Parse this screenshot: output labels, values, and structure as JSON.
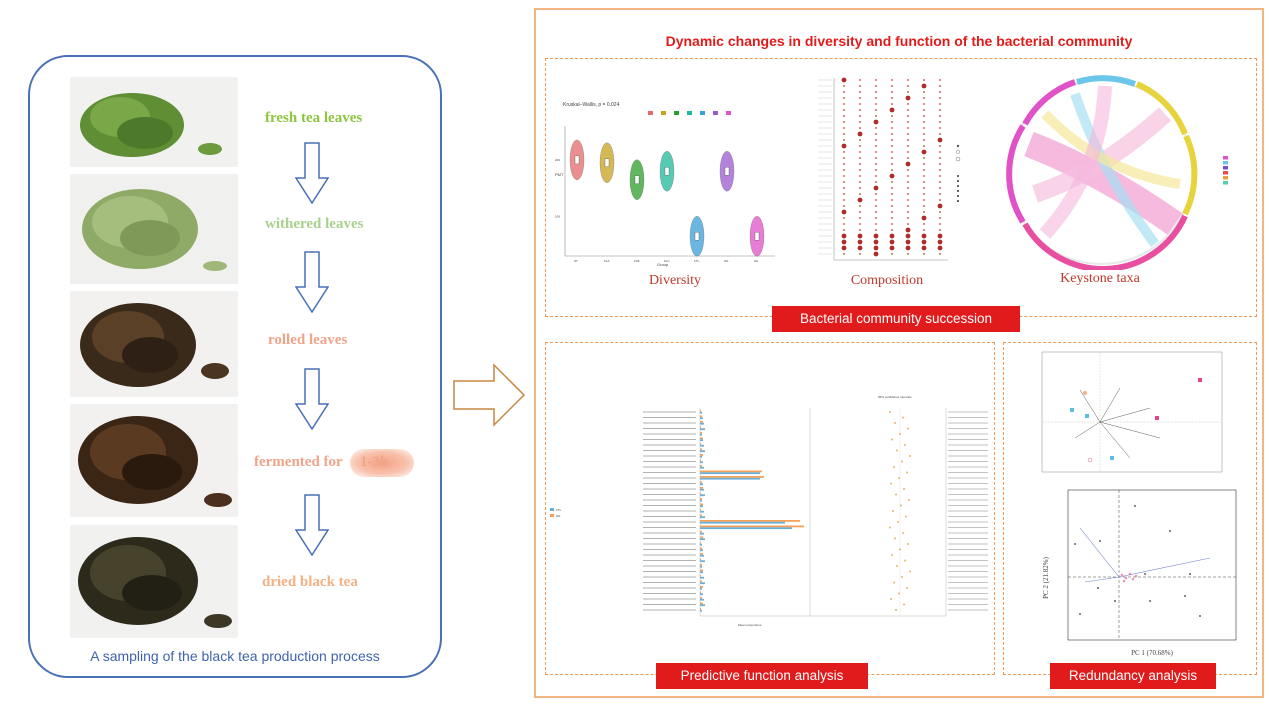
{
  "left": {
    "stages": [
      {
        "label": "fresh tea leaves",
        "color": "#8dc63f"
      },
      {
        "label": "withered leaves",
        "color": "#a9d18e"
      },
      {
        "label": "rolled leaves",
        "color": "#f0a48a"
      },
      {
        "label": "fermented for",
        "color": "#f0a48a"
      },
      {
        "label": "dried black tea",
        "color": "#f4b183"
      }
    ],
    "fermented_time": "1-3h",
    "caption": "A sampling of the black tea production process"
  },
  "right": {
    "title": "Dynamic changes in diversity and function of the bacterial community",
    "top_section": {
      "captions": [
        "Diversity",
        "Composition",
        "Keystone taxa"
      ],
      "button": "Bacterial community succession"
    },
    "bottom_section": {
      "buttons": [
        "Predictive function analysis",
        "Redundancy analysis"
      ]
    }
  },
  "chart_data": [
    {
      "type": "violin",
      "title": "Kruskal–Wallis, p = 0.024",
      "xlabel": "Group",
      "ylabel": "PMT",
      "categories": [
        "ST",
        "FLA",
        "FLB",
        "FLC",
        "FTL",
        "WL",
        "WL"
      ],
      "values": [
        200,
        195,
        165,
        180,
        65,
        180,
        65
      ],
      "ylim": [
        30,
        260
      ],
      "yticks": [
        100,
        200
      ]
    },
    {
      "type": "bar",
      "title": "95% confidence intervals",
      "xlabel": "Mean proportions",
      "series": [
        {
          "name": "FTL",
          "color": "#6baed6"
        },
        {
          "name": "WL",
          "color": "#f4a259"
        }
      ],
      "note": "Predictive function extended error bar"
    },
    {
      "type": "scatter",
      "xlabel": "PC 1 (70.68%)",
      "ylabel": "PC 2 (21.82%)",
      "xlim": [
        -4,
        6
      ],
      "ylim": [
        -6,
        6
      ]
    }
  ]
}
